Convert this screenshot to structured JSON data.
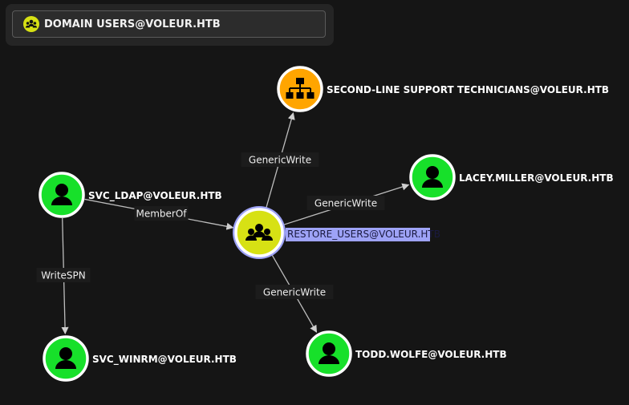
{
  "search": {
    "label": "DOMAIN USERS@VOLEUR.HTB",
    "icon": "group-icon"
  },
  "colors": {
    "user": "#17e02a",
    "group": "#d7e114",
    "ou": "#ffa500",
    "selected": "#9ea3f7"
  },
  "graph": {
    "nodes": [
      {
        "id": "second_line",
        "label": "SECOND-LINE SUPPORT TECHNICIANS@VOLEUR.HTB",
        "type": "ou",
        "icon": "org-chart-icon"
      },
      {
        "id": "lacey",
        "label": "LACEY.MILLER@VOLEUR.HTB",
        "type": "user",
        "icon": "user-icon"
      },
      {
        "id": "svc_ldap",
        "label": "SVC_LDAP@VOLEUR.HTB",
        "type": "user",
        "icon": "user-icon"
      },
      {
        "id": "restore_users",
        "label": "RESTORE_USERS@VOLEUR.HTB",
        "type": "group",
        "icon": "group-icon",
        "selected": true
      },
      {
        "id": "svc_winrm",
        "label": "SVC_WINRM@VOLEUR.HTB",
        "type": "user",
        "icon": "user-icon"
      },
      {
        "id": "todd",
        "label": "TODD.WOLFE@VOLEUR.HTB",
        "type": "user",
        "icon": "user-icon"
      }
    ],
    "edges": [
      {
        "from": "restore_users",
        "to": "second_line",
        "label": "GenericWrite"
      },
      {
        "from": "restore_users",
        "to": "lacey",
        "label": "GenericWrite"
      },
      {
        "from": "svc_ldap",
        "to": "restore_users",
        "label": "MemberOf"
      },
      {
        "from": "restore_users",
        "to": "todd",
        "label": "GenericWrite"
      },
      {
        "from": "svc_ldap",
        "to": "svc_winrm",
        "label": "WriteSPN"
      }
    ]
  }
}
